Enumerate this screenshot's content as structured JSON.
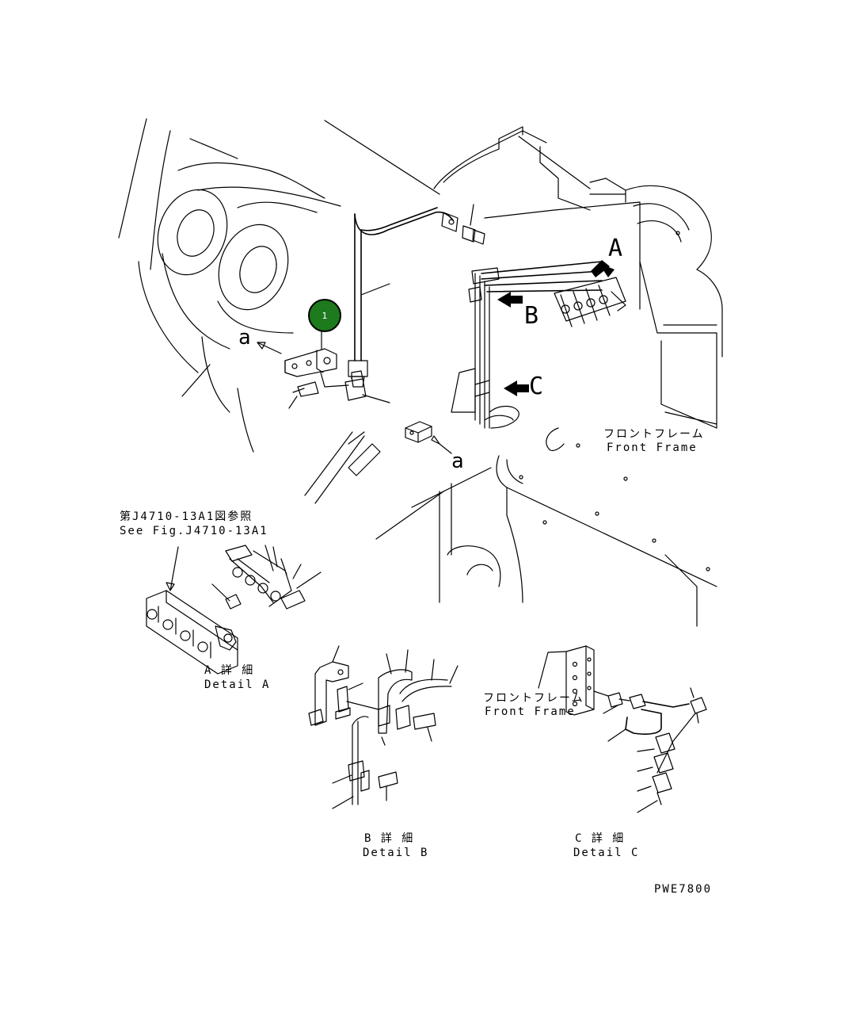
{
  "callout": {
    "number": "1",
    "fill": "#1d7a1d",
    "ring": "#000000"
  },
  "views": {
    "A": "A",
    "B": "B",
    "C": "C"
  },
  "markers": {
    "a": "a"
  },
  "front_frame_main": {
    "jp": "フロントフレーム",
    "en": "Front Frame"
  },
  "front_frame_c": {
    "jp": "フロントフレーム",
    "en": "Front Frame"
  },
  "reference": {
    "jp": "第J4710-13A1図参照",
    "en": "See Fig.J4710-13A1"
  },
  "detail_a": {
    "jp": "A 詳 細",
    "en": "Detail A"
  },
  "detail_b": {
    "jp": "B 詳 細",
    "en": "Detail B"
  },
  "detail_c": {
    "jp": "C 詳 細",
    "en": "Detail C"
  },
  "drawing_code": "PWE7800"
}
